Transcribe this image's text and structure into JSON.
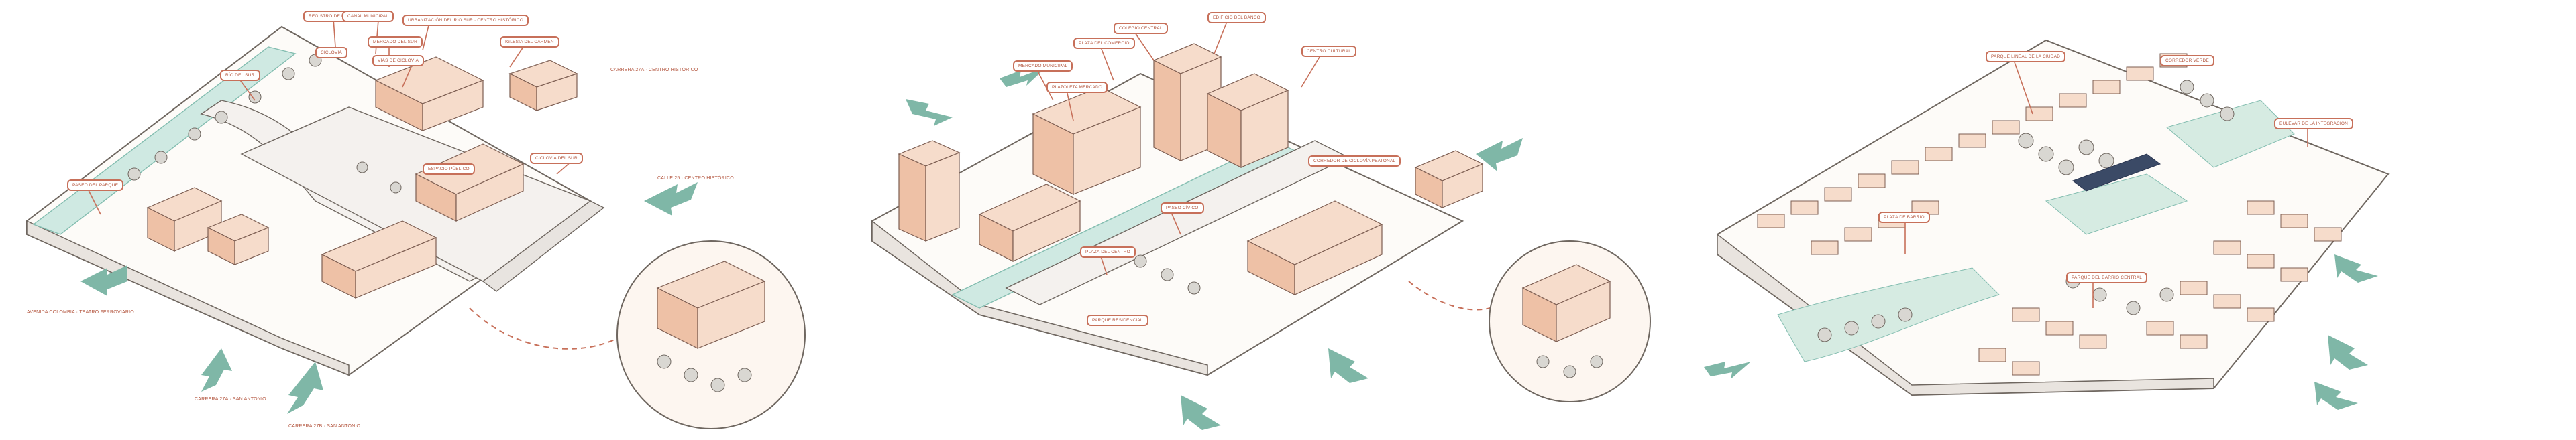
{
  "labels": {
    "a1": "Río del Sur",
    "a2": "Registro de Río del",
    "a3": "Canal Municipal",
    "a4": "Mercado del Sur",
    "a5": "Urbanización del Río Sur · Centro Histórico",
    "a6": "Vías de Ciclovía",
    "a7": "Ciclovía",
    "a8": "Iglesia del Carmen",
    "a9": "Carrera 27a · Centro Histórico",
    "a10": "Ciclovía del Sur",
    "a11": "Paseo del Parque",
    "a12": "Calle 25 · Centro Histórico",
    "a13": "Espacio Público",
    "a14": "Avenida Colombia · Teatro Ferroviario",
    "a15": "Carrera 27a · San Antonio",
    "a16": "Carrera 27b · San Antonio",
    "b1": "Mercado Municipal",
    "b2": "Plaza del Comercio",
    "b3": "Colegio Central",
    "b4": "Edificio del Banco",
    "b5": "Plazoleta Mercado",
    "b6": "Centro Cultural",
    "b7": "Paseo Cívico",
    "b8": "Corredor de Ciclovía Peatonal",
    "b9": "Plaza del Centro",
    "b10": "Parque Residencial",
    "c1": "Parque Lineal de la Ciudad",
    "c2": "Corredor Verde",
    "c3": "Bulevar de la Integración",
    "c4": "Plaza de Barrio",
    "c5": "Parque del Barrio Central"
  },
  "colors": {
    "accent_label": "#c7705a",
    "building": "#f6dccb",
    "building_dark": "#eec1a6",
    "water": "#cfe9e2",
    "flow_arrow": "#7fb7a7",
    "outline": "#6f6760"
  },
  "icons": [
    "flow-arrow-icon",
    "tree-icon",
    "leader-line"
  ]
}
